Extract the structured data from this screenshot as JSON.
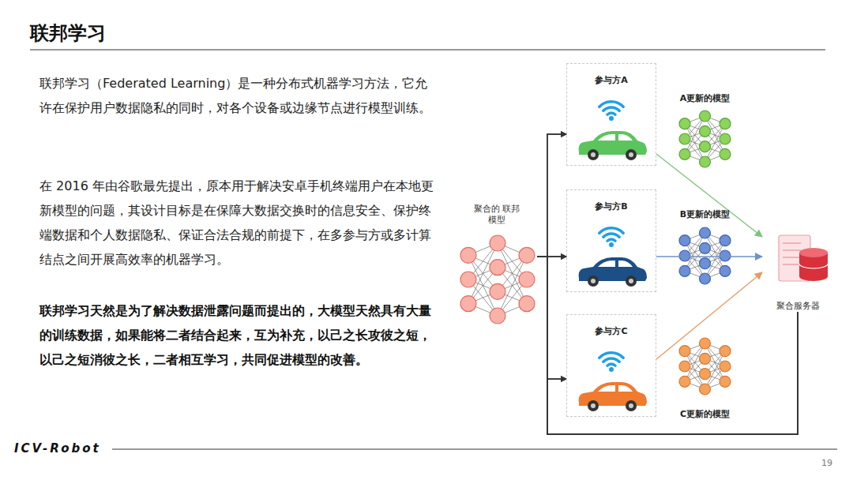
{
  "diagram": {
    "title": "联邦学习",
    "nodes": [
      {
        "text": [
          "参与方A"
        ]
      },
      {
        "text": [
          "A更新的模型"
        ]
      },
      {
        "text": [
          "参与方B"
        ]
      },
      {
        "text": [
          "B更新的模型"
        ]
      },
      {
        "text": [
          "参与方C"
        ]
      },
      {
        "text": [
          "C更新的模型"
        ]
      },
      {
        "text": [
          "聚合的 联邦模型"
        ]
      },
      {
        "text": [
          "聚合服务器"
        ]
      }
    ],
    "edges": [
      {
        "from": 6,
        "to": 0,
        "arrow": "to"
      },
      {
        "from": 6,
        "to": 2,
        "arrow": "to"
      },
      {
        "from": 6,
        "to": 4,
        "arrow": "to"
      },
      {
        "from": 0,
        "to": 7,
        "arrow": "to"
      },
      {
        "from": 2,
        "to": 7,
        "arrow": "to"
      },
      {
        "from": 4,
        "to": 7,
        "arrow": "to"
      },
      {
        "from": 7,
        "to": 0,
        "arrow": "to"
      },
      {
        "from": 7,
        "to": 2,
        "arrow": "to"
      },
      {
        "from": 7,
        "to": 4,
        "arrow": "to"
      }
    ],
    "labels": [
      "联邦学习（Federated Learning）是一种分布式机器学习方法，它允许在保护用户数据隐私的同时，对各个设备或边缘节点进行模型训练。",
      "在 2016 年由谷歌最先提出，原本用于解决安卓手机终端用户在本地更新模型的问题，其设计目标是在保障大数据交换时的信息安全、保护终端数据和个人数据隐私、保证合法合规的前提下，在多参与方或多计算结点之间开展高效率的机器学习。",
      "联邦学习天然是为了解决数据泄露问题而提出的，大模型天然具有大量的训练数据，如果能将二者结合起来，互为补充，以己之长攻彼之短，以己之短消彼之长，二者相互学习，共同促进模型的改善。",
      "ICV-Robot",
      "19"
    ]
  }
}
